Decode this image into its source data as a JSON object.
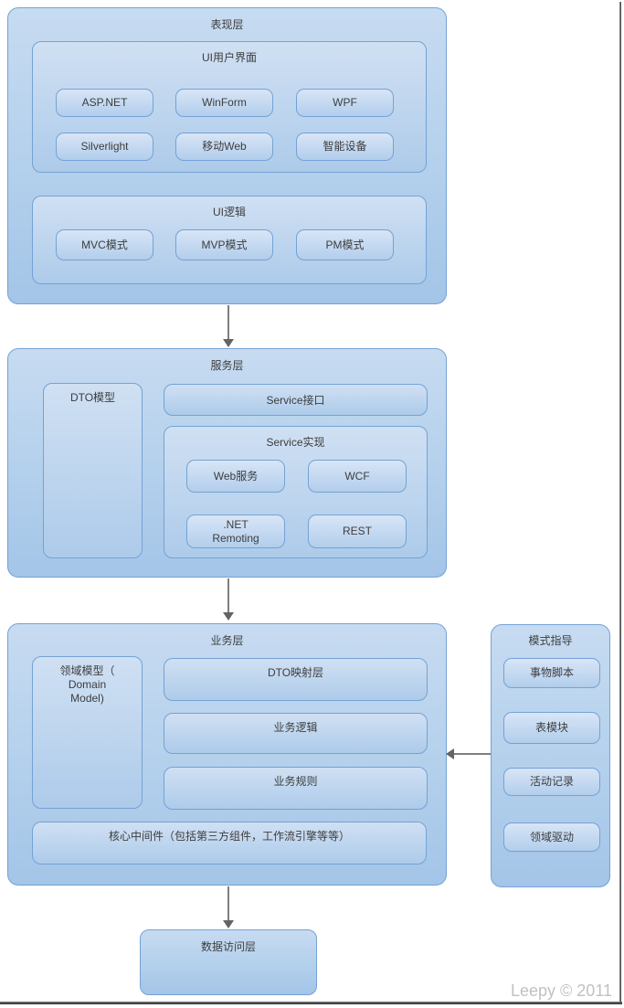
{
  "diagram": {
    "watermark": "Leepy © 2011",
    "colors": {
      "box_fill_top": "#d0e0f3",
      "box_fill_bottom": "#a4c5e8",
      "box_border": "#74a2d5",
      "text": "#3d3d3d",
      "arrow": "#7e7e7e",
      "watermark_text": "#c1c1c1"
    },
    "presentation_layer": {
      "title": "表现层",
      "ui_interface": {
        "title": "UI用户界面",
        "buttons": [
          "ASP.NET",
          "WinForm",
          "WPF",
          "Silverlight",
          "移动Web",
          "智能设备"
        ]
      },
      "ui_logic": {
        "title": "UI逻辑",
        "buttons": [
          "MVC模式",
          "MVP模式",
          "PM模式"
        ]
      }
    },
    "service_layer": {
      "title": "服务层",
      "dto_model": "DTO模型",
      "service_interface": "Service接口",
      "service_impl": {
        "title": "Service实现",
        "buttons": [
          "Web服务",
          "WCF",
          ".NET\nRemoting",
          "REST"
        ]
      }
    },
    "business_layer": {
      "title": "业务层",
      "domain_model": "领域模型（\nDomain\nModel)",
      "sub_layers": [
        "DTO映射层",
        "业务逻辑",
        "业务规则"
      ],
      "middleware": "核心中间件（包括第三方组件，工作流引擎等等）"
    },
    "pattern_guide": {
      "title": "模式指导",
      "buttons": [
        "事物脚本",
        "表模块",
        "活动记录",
        "领域驱动"
      ]
    },
    "data_access_layer": {
      "title": "数据访问层"
    }
  }
}
